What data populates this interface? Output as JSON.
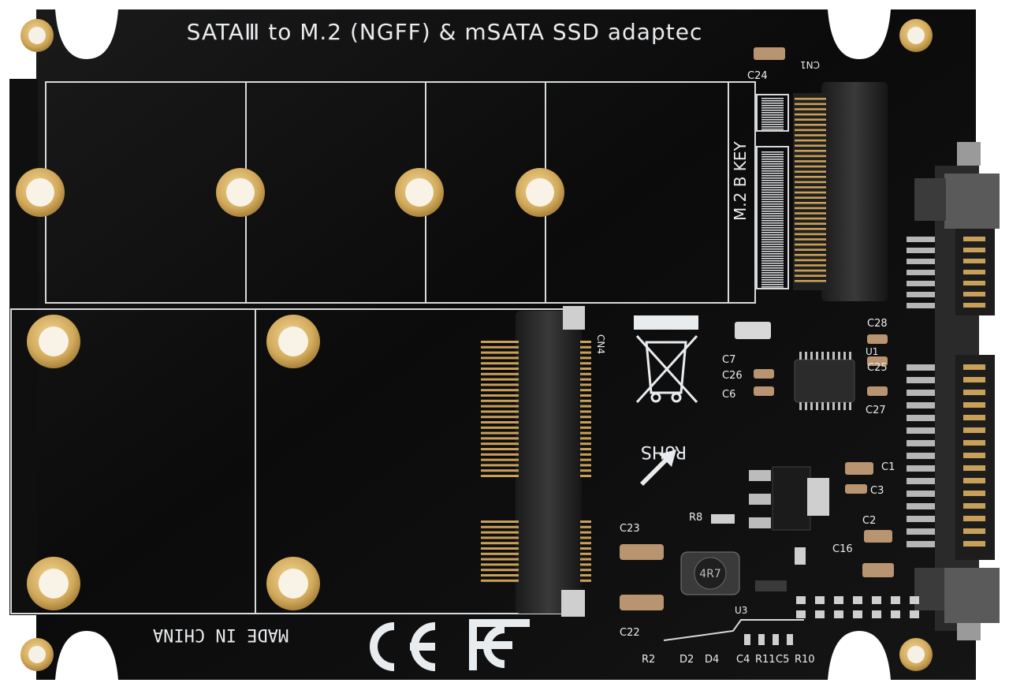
{
  "board": {
    "title": "SATAⅢ to M.2 (NGFF) & mSATA SSD adaptec",
    "m2_key_label": "M.2 B KEY",
    "connector_labels": {
      "cn1": "CN1",
      "cn4": "CN4"
    },
    "chip_labels": {
      "u1": "U1",
      "u3": "U3"
    },
    "rohs_label": "RoHS",
    "made_in": "MADE IN CHINA",
    "fcc_logo": "FC",
    "ce_logo": "CE",
    "component_labels": [
      "C24",
      "C7",
      "C26",
      "C6",
      "C28",
      "C25",
      "C27",
      "C1",
      "C3",
      "C2",
      "C16",
      "C23",
      "C22",
      "C4",
      "C5",
      "R8",
      "R11",
      "R10",
      "D2",
      "D4",
      "R2"
    ],
    "colors": {
      "pcb": "#0a0a0a",
      "gold_pad": "#d9b56a",
      "silkscreen": "#e9ecef",
      "connector_plastic": "#2b2b2b",
      "pin_gold": "#c9a058"
    }
  }
}
